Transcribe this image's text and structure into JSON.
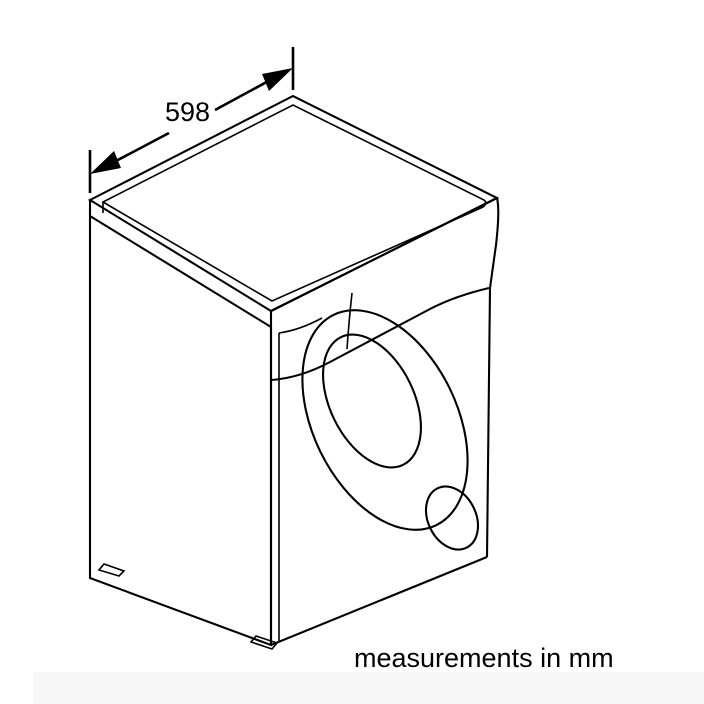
{
  "figure": {
    "type": "technical-line-drawing",
    "subject": "front-load washing machine isometric view",
    "background_color": "#ffffff",
    "line_color": "#000000",
    "footer_band_color": "#f7f7f7"
  },
  "dimensions": {
    "width_label": "598",
    "width_value": 598,
    "unit": "mm",
    "annotation_axis": "depth-across-top-panel"
  },
  "note": {
    "text": "measurements in mm"
  },
  "parts": {
    "top_panel": "top-panel",
    "left_side_panel": "left-side-panel",
    "front_panel": "front-panel",
    "control_panel": "control-panel",
    "door_outer": "door-outer-ring",
    "door_inner": "door-glass",
    "detergent_drawer": "small-round-detail",
    "feet": "adjustable-feet"
  }
}
